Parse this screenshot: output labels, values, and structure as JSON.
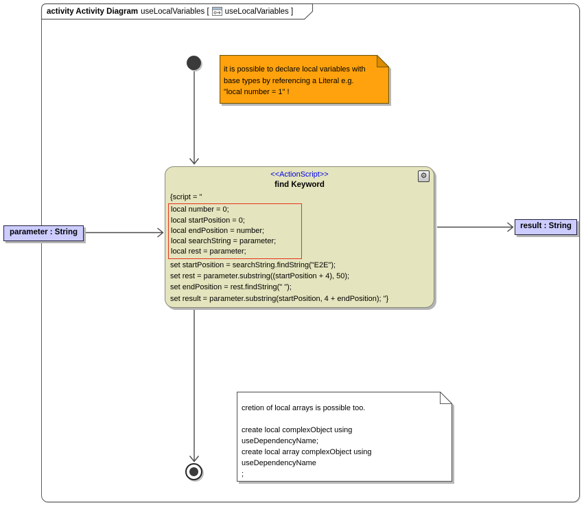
{
  "frame": {
    "heading_bold": "activity Activity Diagram",
    "heading_name": "useLocalVariables [",
    "heading_ref": "useLocalVariables ]"
  },
  "orange_note": {
    "lines": [
      "it is possible to declare local variables with",
      "base types by referencing a Literal e.g.",
      "\"local number = 1\" !"
    ]
  },
  "action": {
    "stereotype": "<<ActionScript>>",
    "name": "find Keyword",
    "script_open": "{script = \"",
    "highlighted_lines": [
      "local number = 0;",
      "local startPosition = 0;",
      "local endPosition = number;",
      "local searchString = parameter;",
      "local rest = parameter;"
    ],
    "script_lines": [
      "set startPosition = searchString.findString(\"E2E\");",
      "set rest = parameter.substring((startPosition + 4), 50);",
      "set endPosition = rest.findString(\" \");",
      "set result = parameter.substring(startPosition, 4 + endPosition); \"}"
    ]
  },
  "pins": {
    "input": "parameter : String",
    "output": "result : String"
  },
  "white_note": {
    "lines": [
      "cretion of local arrays is possible too.",
      "",
      "create local complexObject using",
      "useDependencyName;",
      "create local array complexObject using",
      "useDependencyName",
      ";"
    ]
  },
  "icons": {
    "gear": "⚙"
  },
  "colors": {
    "action_fill": "#E4E4BE",
    "orange_note_fill": "#FFA20D",
    "orange_note_fold": "#DB8C00",
    "pin_fill": "#CCCCFF",
    "highlight_border": "#E8321A",
    "stereotype_text": "#0000E6",
    "edge_stroke": "#4A4A4A"
  }
}
